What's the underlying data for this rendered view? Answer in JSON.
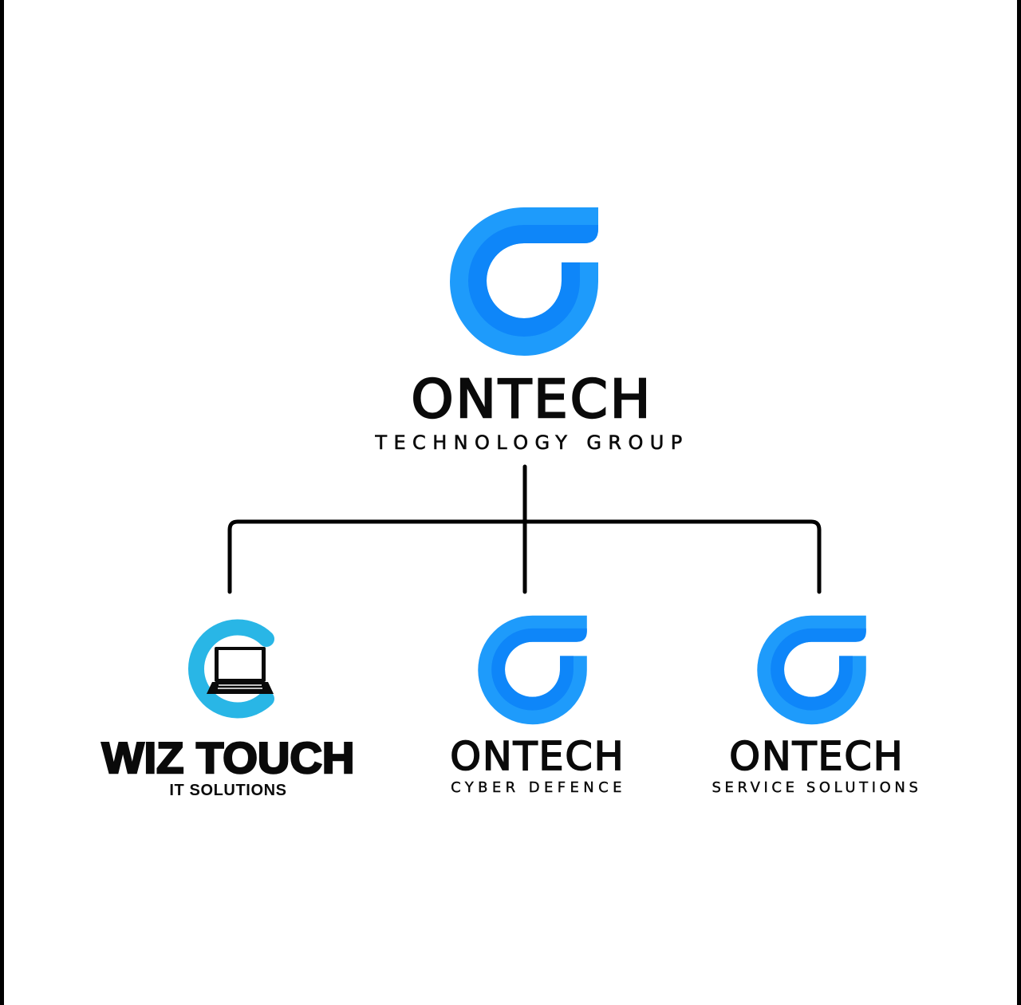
{
  "colors": {
    "ontech_outer": "#1E9BFB",
    "ontech_inner": "#0E86F9",
    "wiz_ring": "#29B6E6",
    "text": "#0A0A0A",
    "connector": "#000000",
    "background": "#FFFFFF"
  },
  "org_chart": {
    "parent": {
      "icon": "ontech-ring-logo",
      "name": "ONTECH",
      "tagline": "TECHNOLOGY GROUP"
    },
    "children": [
      {
        "icon": "wiz-touch-laptop-logo",
        "name": "WIZ TOUCH",
        "tagline": "IT SOLUTIONS"
      },
      {
        "icon": "ontech-ring-logo",
        "name": "ONTECH",
        "tagline": "CYBER DEFENCE"
      },
      {
        "icon": "ontech-ring-logo",
        "name": "ONTECH",
        "tagline": "SERVICE SOLUTIONS"
      }
    ]
  }
}
